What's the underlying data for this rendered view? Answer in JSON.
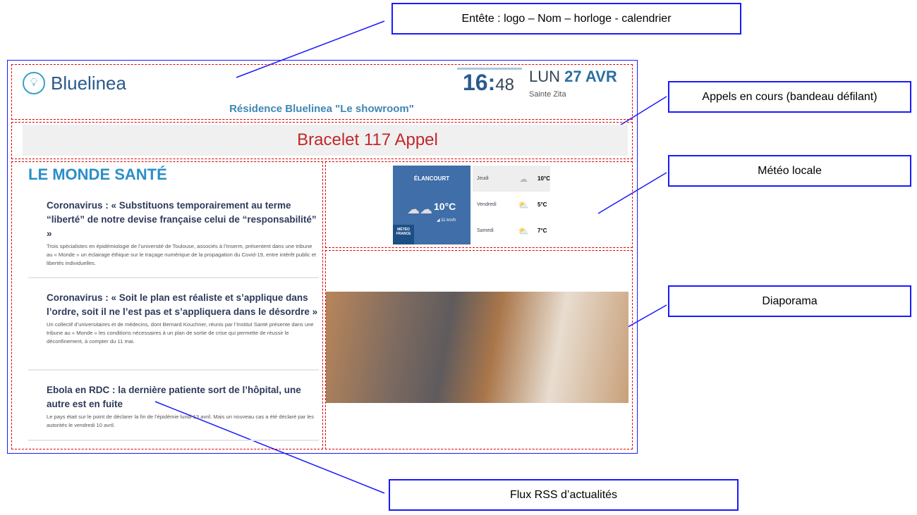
{
  "callouts": {
    "header": "Entête : logo – Nom – horloge - calendrier",
    "calls": "Appels en cours (bandeau défilant)",
    "weather": "Météo locale",
    "slideshow": "Diaporama",
    "rss": "Flux RSS d’actualités"
  },
  "header": {
    "logo": "Bluelinea",
    "residence": "Résidence Bluelinea \"Le showroom\"",
    "clock_hours": "16",
    "clock_sep": ":",
    "clock_minutes": "48",
    "day": "LUN",
    "date": "27 AVR",
    "saint": "Sainte Zita"
  },
  "ticker": {
    "text": "Bracelet 117 Appel"
  },
  "news": {
    "title": "LE MONDE SANTÉ",
    "articles": [
      {
        "title": "Coronavirus : « Substituons temporairement au terme “liberté” de notre devise française celui de “responsabilité” »",
        "summary": "Trois spécialistes en épidémiologie de l’université de Toulouse, associés à l’Inserm, présentent dans une tribune au « Monde » un éclairage éthique sur le traçage numérique de la propagation du Covid-19, entre intérêt public et libertés individuelles."
      },
      {
        "title": "Coronavirus : « Soit le plan est réaliste et s’applique dans l’ordre, soit il ne l’est pas et s’appliquera dans le désordre »",
        "summary": "Un collectif d’universitaires et de médecins, dont Bernard Kouchner, réunis par l’Institut Santé présente dans une tribune au « Monde » les conditions nécessaires à un plan de sortie de crise qui permette de réussir le déconfinement, à compter du 11 mai."
      },
      {
        "title": "Ebola en RDC : la dernière patiente sort de l’hôpital, une autre est en fuite",
        "summary": "Le pays était sur le point de déclarer la fin de l’épidémie lundi 13 avril. Mais un nouveau cas a été déclaré par les autorités le vendredi 10 avril."
      }
    ]
  },
  "weather": {
    "city": "ÉLANCOURT",
    "current_temp": "10°C",
    "wind": "11 km/h",
    "provider": "MÉTÉO FRANCE",
    "forecast": [
      {
        "day": "Jeudi",
        "icon": "cloud-icon",
        "temp": "10°C"
      },
      {
        "day": "Vendredi",
        "icon": "sun-cloud-icon",
        "temp": "5°C"
      },
      {
        "day": "Samedi",
        "icon": "sun-cloud-icon",
        "temp": "7°C"
      }
    ]
  }
}
